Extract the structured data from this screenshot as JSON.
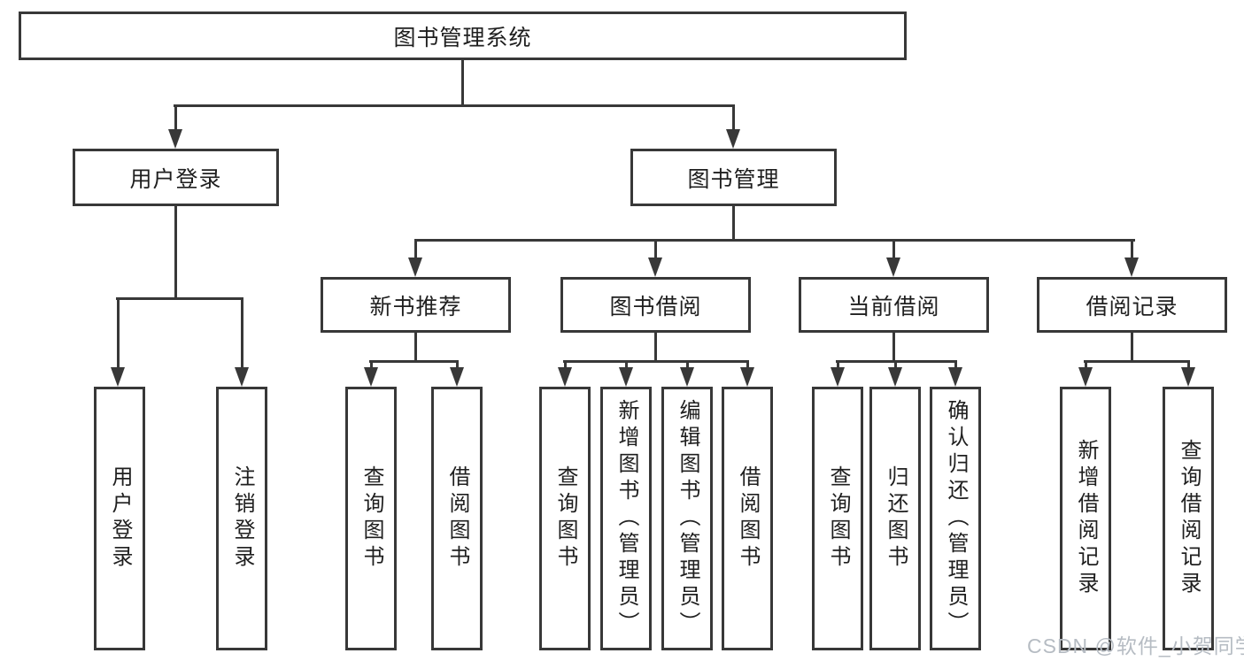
{
  "diagram_title": "图书管理系统",
  "tree": {
    "root": {
      "label": "图书管理系统"
    },
    "branches": [
      {
        "label": "用户登录",
        "children": [
          {
            "label": "用户登录"
          },
          {
            "label": "注销登录"
          }
        ]
      },
      {
        "label": "图书管理",
        "children": [
          {
            "label": "新书推荐",
            "children": [
              {
                "label": "查询图书"
              },
              {
                "label": "借阅图书"
              }
            ]
          },
          {
            "label": "图书借阅",
            "children": [
              {
                "label": "查询图书"
              },
              {
                "label": "新增图书（管理员）"
              },
              {
                "label": "编辑图书（管理员）"
              },
              {
                "label": "借阅图书"
              }
            ]
          },
          {
            "label": "当前借阅",
            "children": [
              {
                "label": "查询图书"
              },
              {
                "label": "归还图书"
              },
              {
                "label": "确认归还（管理员）"
              }
            ]
          },
          {
            "label": "借阅记录",
            "children": [
              {
                "label": "新增借阅记录"
              },
              {
                "label": "查询借阅记录"
              }
            ]
          }
        ]
      }
    ]
  },
  "watermark": {
    "text": "CSDN @软件_小贺同学"
  },
  "colors": {
    "background": "#ffffff",
    "line": "#383838",
    "node_border": "#383838",
    "node_text": "#1f1f1f",
    "watermark_text": "#b6bcc3"
  }
}
